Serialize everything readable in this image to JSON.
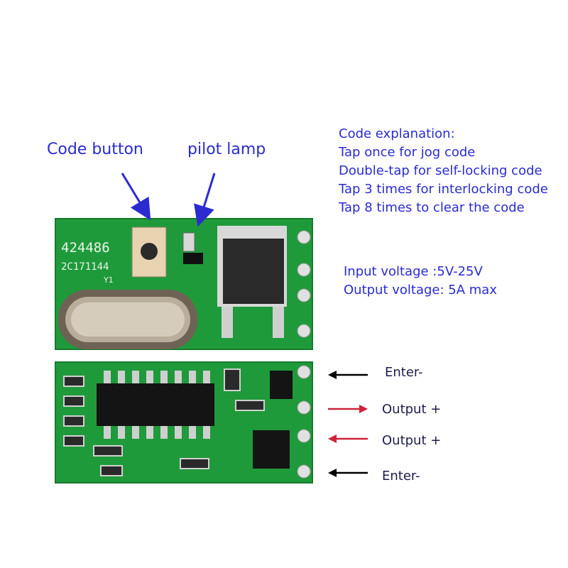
{
  "callouts": {
    "code_button": "Code button",
    "pilot_lamp": "pilot lamp"
  },
  "code_explanation": {
    "heading": "Code explanation:",
    "lines": [
      "Tap once for jog code",
      "Double-tap for self-locking code",
      "Tap 3 times for interlocking code",
      "Tap 8 times to clear the code"
    ]
  },
  "specs": {
    "input": "Input voltage :5V-25V",
    "output": "Output voltage: 5A max"
  },
  "board_markings": {
    "serial": "424486",
    "date_code": "2C171144",
    "crystal_ref": "Y1"
  },
  "pins": [
    {
      "label": "Enter-",
      "arrow_color": "#000000",
      "direction": "in"
    },
    {
      "label": "Output +",
      "arrow_color": "#d0213a",
      "direction": "out"
    },
    {
      "label": "Output +",
      "arrow_color": "#d0213a",
      "direction": "in"
    },
    {
      "label": "Enter-",
      "arrow_color": "#000000",
      "direction": "in"
    }
  ],
  "colors": {
    "label_blue": "#2b2bd0",
    "pcb_green": "#1f9a3a",
    "arrow_red": "#d0213a"
  }
}
